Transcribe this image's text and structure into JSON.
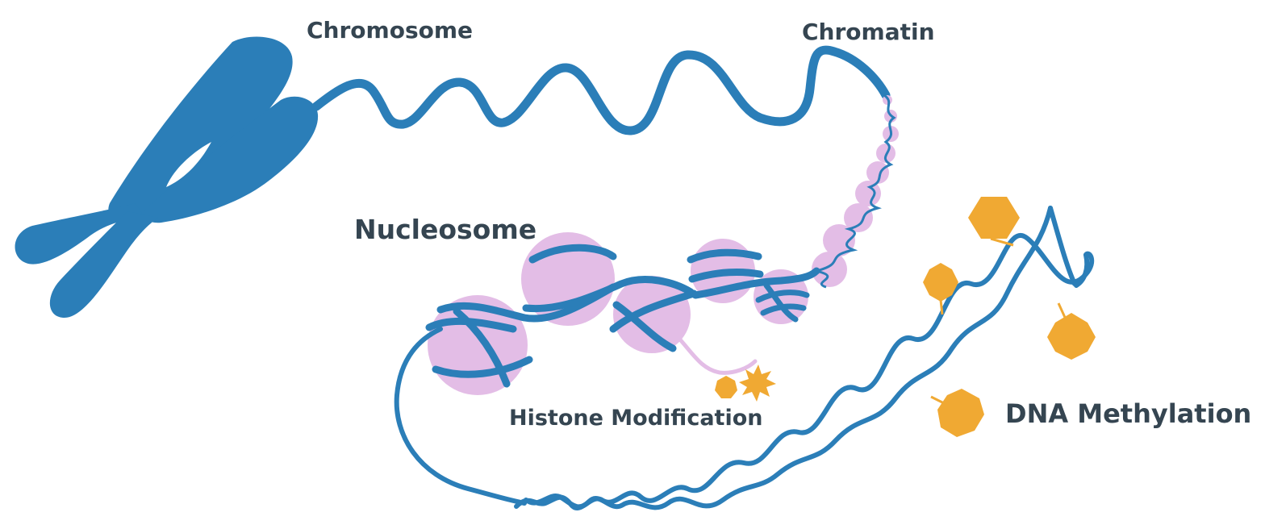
{
  "labels": {
    "chromosome": "Chromosome",
    "chromatin": "Chromatin",
    "nucleosome": "Nucleosome",
    "histone_modification": "Histone Modification",
    "dna_methylation": "DNA Methylation"
  },
  "colors": {
    "dna_blue": "#2b7eb8",
    "histone_pink": "#e3bde6",
    "methyl_orange": "#f0a933",
    "label_text": "#354551",
    "background": "#ffffff"
  }
}
